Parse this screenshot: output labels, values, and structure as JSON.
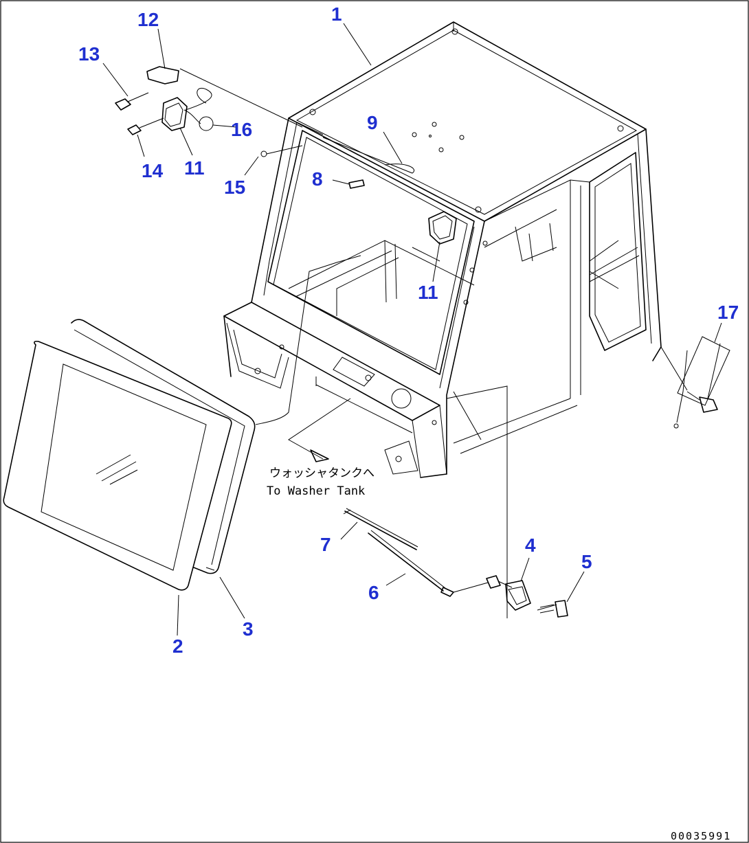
{
  "callouts": [
    {
      "id": "1",
      "text": "1"
    },
    {
      "id": "2",
      "text": "2"
    },
    {
      "id": "3",
      "text": "3"
    },
    {
      "id": "4",
      "text": "4"
    },
    {
      "id": "5",
      "text": "5"
    },
    {
      "id": "6",
      "text": "6"
    },
    {
      "id": "7",
      "text": "7"
    },
    {
      "id": "8",
      "text": "8"
    },
    {
      "id": "9",
      "text": "9"
    },
    {
      "id": "11a",
      "text": "11"
    },
    {
      "id": "11b",
      "text": "11"
    },
    {
      "id": "12",
      "text": "12"
    },
    {
      "id": "13",
      "text": "13"
    },
    {
      "id": "14",
      "text": "14"
    },
    {
      "id": "15",
      "text": "15"
    },
    {
      "id": "16",
      "text": "16"
    },
    {
      "id": "17",
      "text": "17"
    }
  ],
  "note": {
    "japanese": "ウォッシャタンクへ",
    "english": "To Washer Tank"
  },
  "document_number": "00035991",
  "colors": {
    "callout": "#1f2fd0",
    "line": "#000000",
    "background": "#ffffff"
  }
}
